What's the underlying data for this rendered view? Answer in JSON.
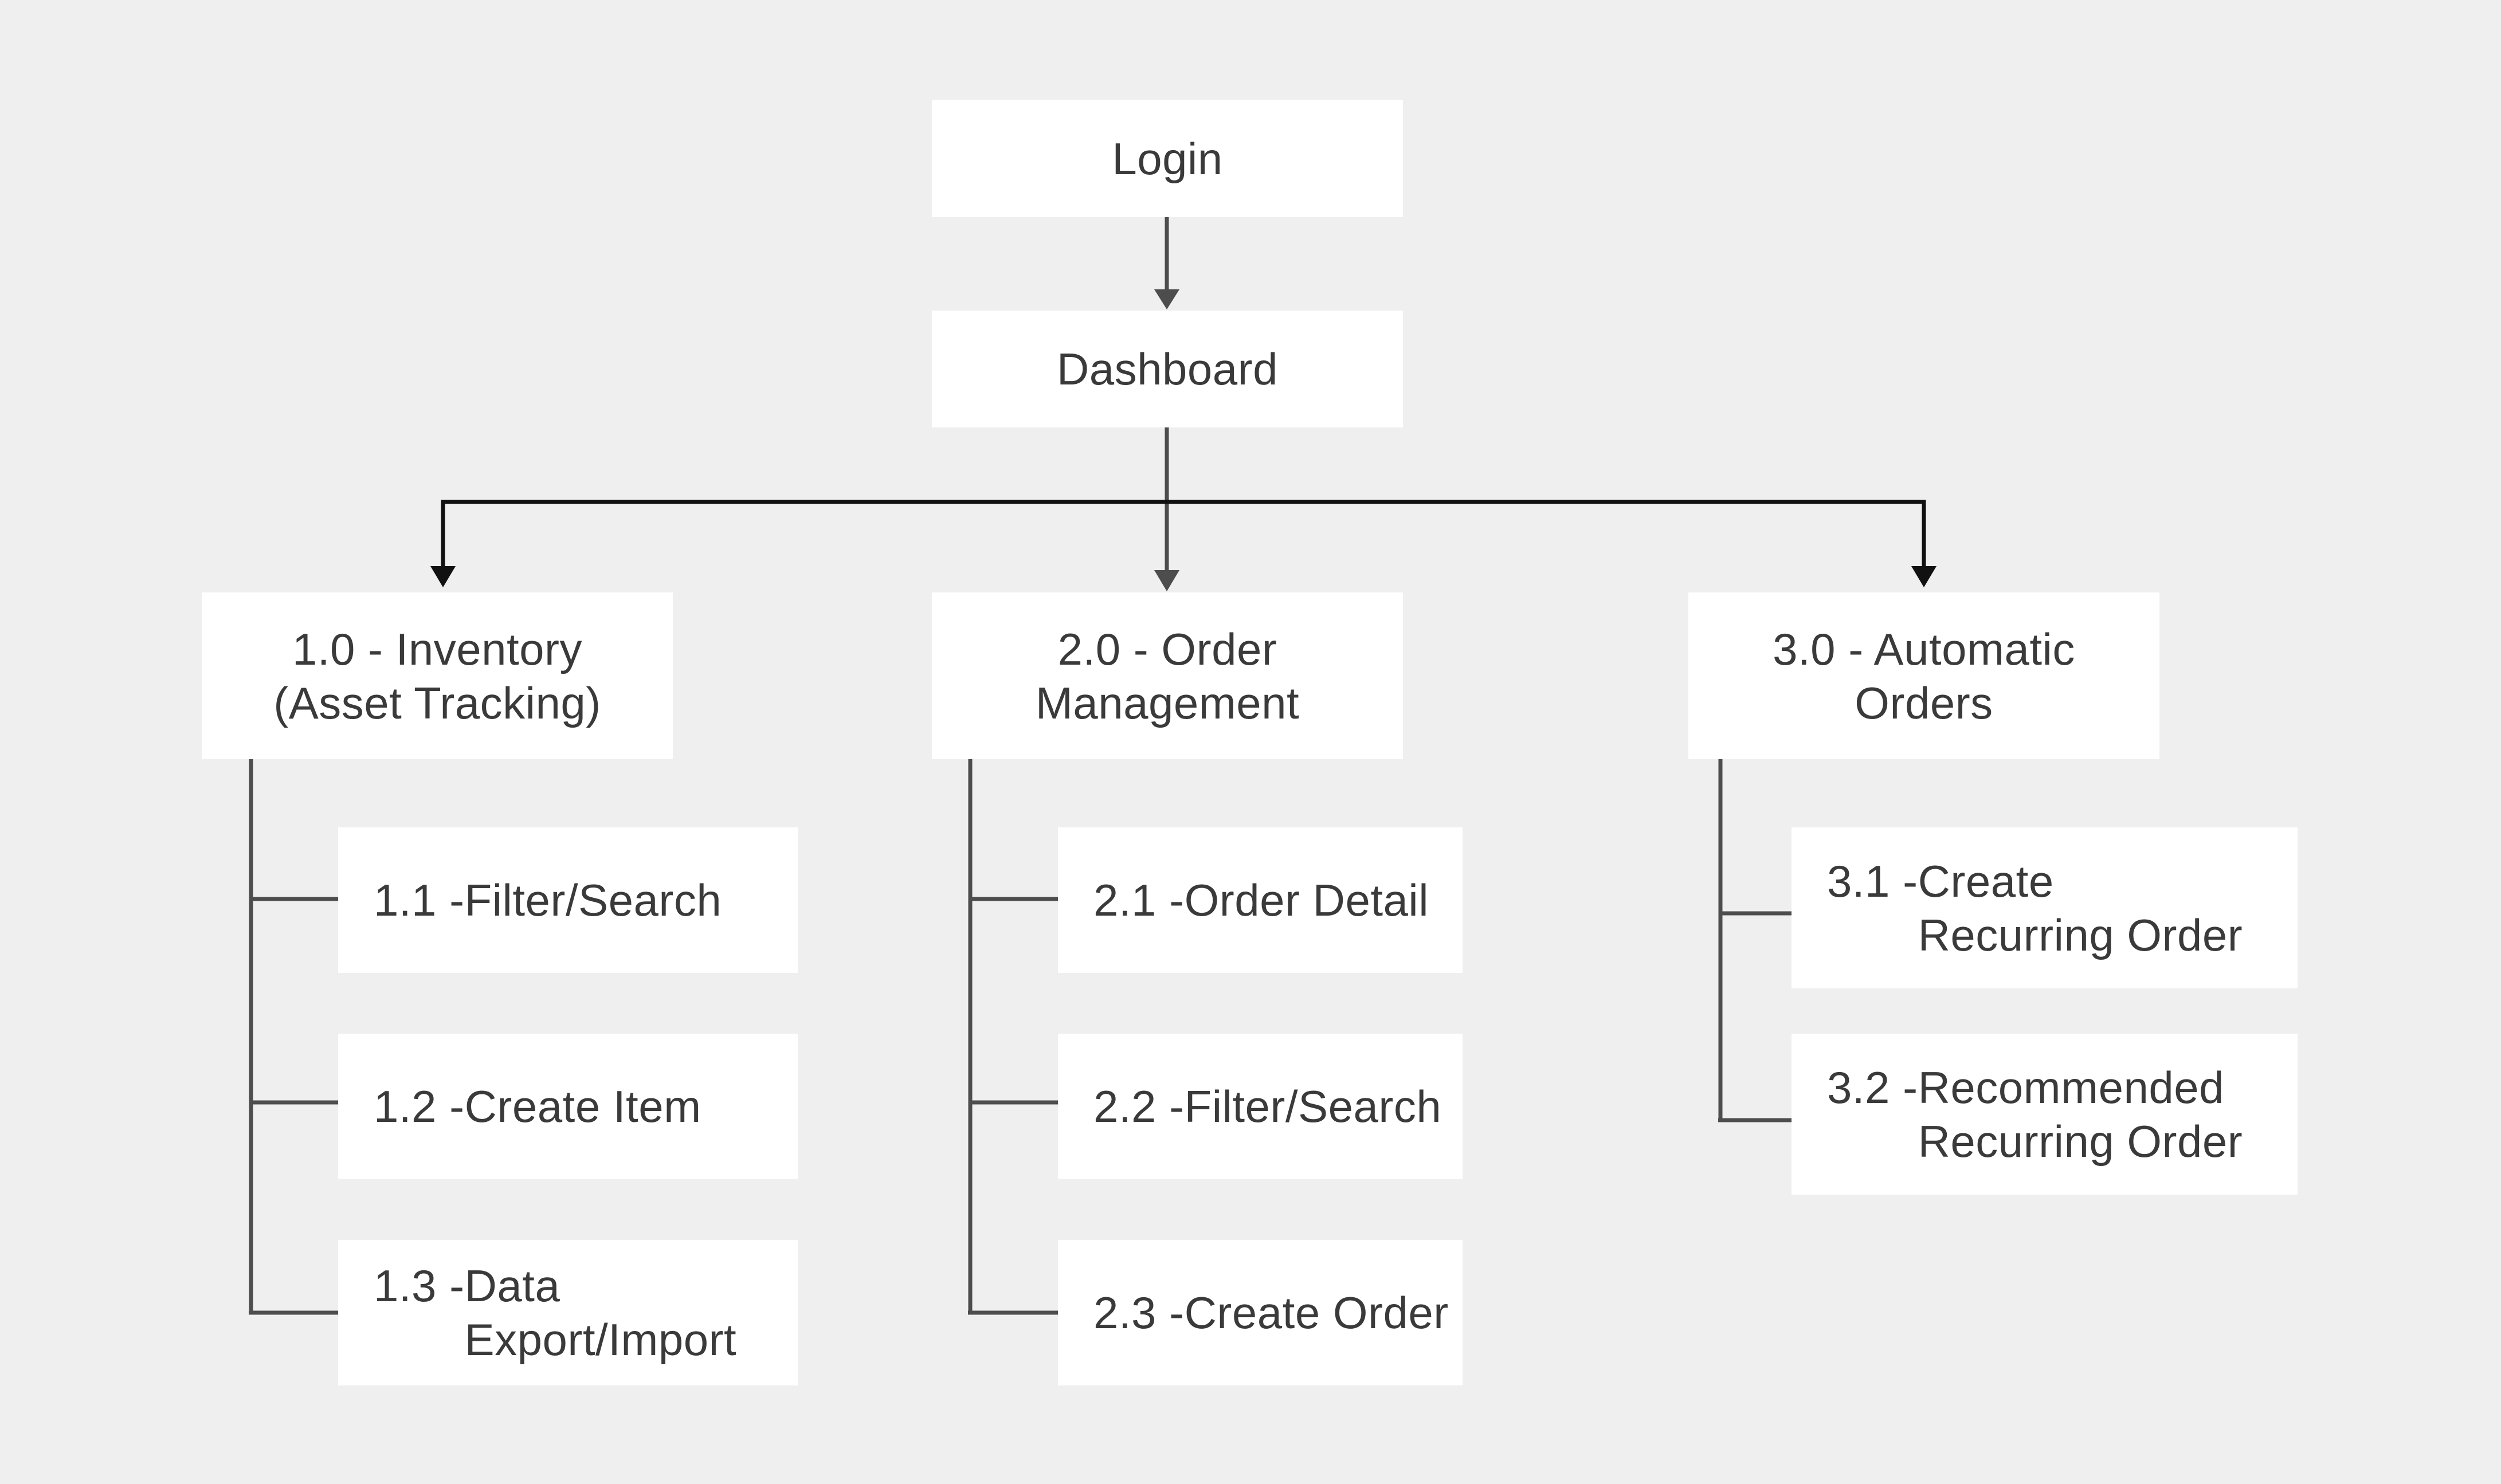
{
  "diagram": {
    "root": {
      "label": "Login"
    },
    "hub": {
      "label": "Dashboard"
    },
    "sections": [
      {
        "label": "1.0 - Inventory\n(Asset Tracking)",
        "children": [
          {
            "num": "1.1 - ",
            "text": "Filter/Search"
          },
          {
            "num": "1.2 - ",
            "text": "Create Item"
          },
          {
            "num": "1.3 - ",
            "text": "Data Export/Import"
          }
        ]
      },
      {
        "label": "2.0 - Order\nManagement",
        "children": [
          {
            "num": "2.1 - ",
            "text": "Order Detail"
          },
          {
            "num": "2.2 - ",
            "text": "Filter/Search"
          },
          {
            "num": "2.3 - ",
            "text": "Create Order"
          }
        ]
      },
      {
        "label": "3.0 - Automatic\nOrders",
        "children": [
          {
            "num": "3.1 - ",
            "text": "Create Recurring Order"
          },
          {
            "num": "3.2 - ",
            "text": "Recommended Recurring Order"
          }
        ]
      }
    ],
    "colors": {
      "background": "#efefef",
      "box": "#ffffff",
      "text": "#3a3a3a",
      "connector": "#4d4d4d",
      "branch": "#111111"
    }
  }
}
